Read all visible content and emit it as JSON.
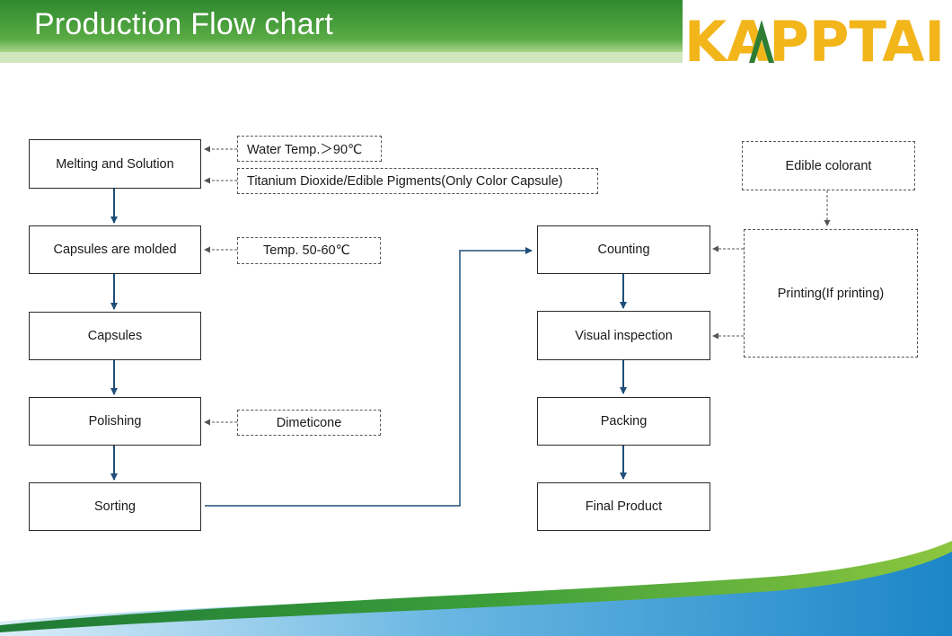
{
  "header": {
    "title": "Production Flow chart",
    "logo_text": "KAPPTAI"
  },
  "colors": {
    "header_green_dark": "#2f8a2f",
    "header_green_light": "#9ecf7c",
    "logo_yellow": "#f2b51a",
    "logo_green": "#2e7d32",
    "connector": "#1f4e79",
    "footer_blue": "#1c86c8",
    "footer_green": "#3a9d3a"
  },
  "flow": {
    "melting": "Melting and Solution",
    "molded": "Capsules are molded",
    "capsules": "Capsules",
    "polishing": "Polishing",
    "sorting": "Sorting",
    "counting": "Counting",
    "visual": "Visual inspection",
    "packing": "Packing",
    "final": "Final Product"
  },
  "notes": {
    "water_temp": "Water Temp.＞90℃",
    "titanium": "Titanium Dioxide/Edible Pigments(Only Color Capsule)",
    "temp_mold": "Temp. 50-60℃",
    "dimeticone": "Dimeticone",
    "edible_colorant": "Edible colorant",
    "printing": "Printing(If printing)"
  }
}
